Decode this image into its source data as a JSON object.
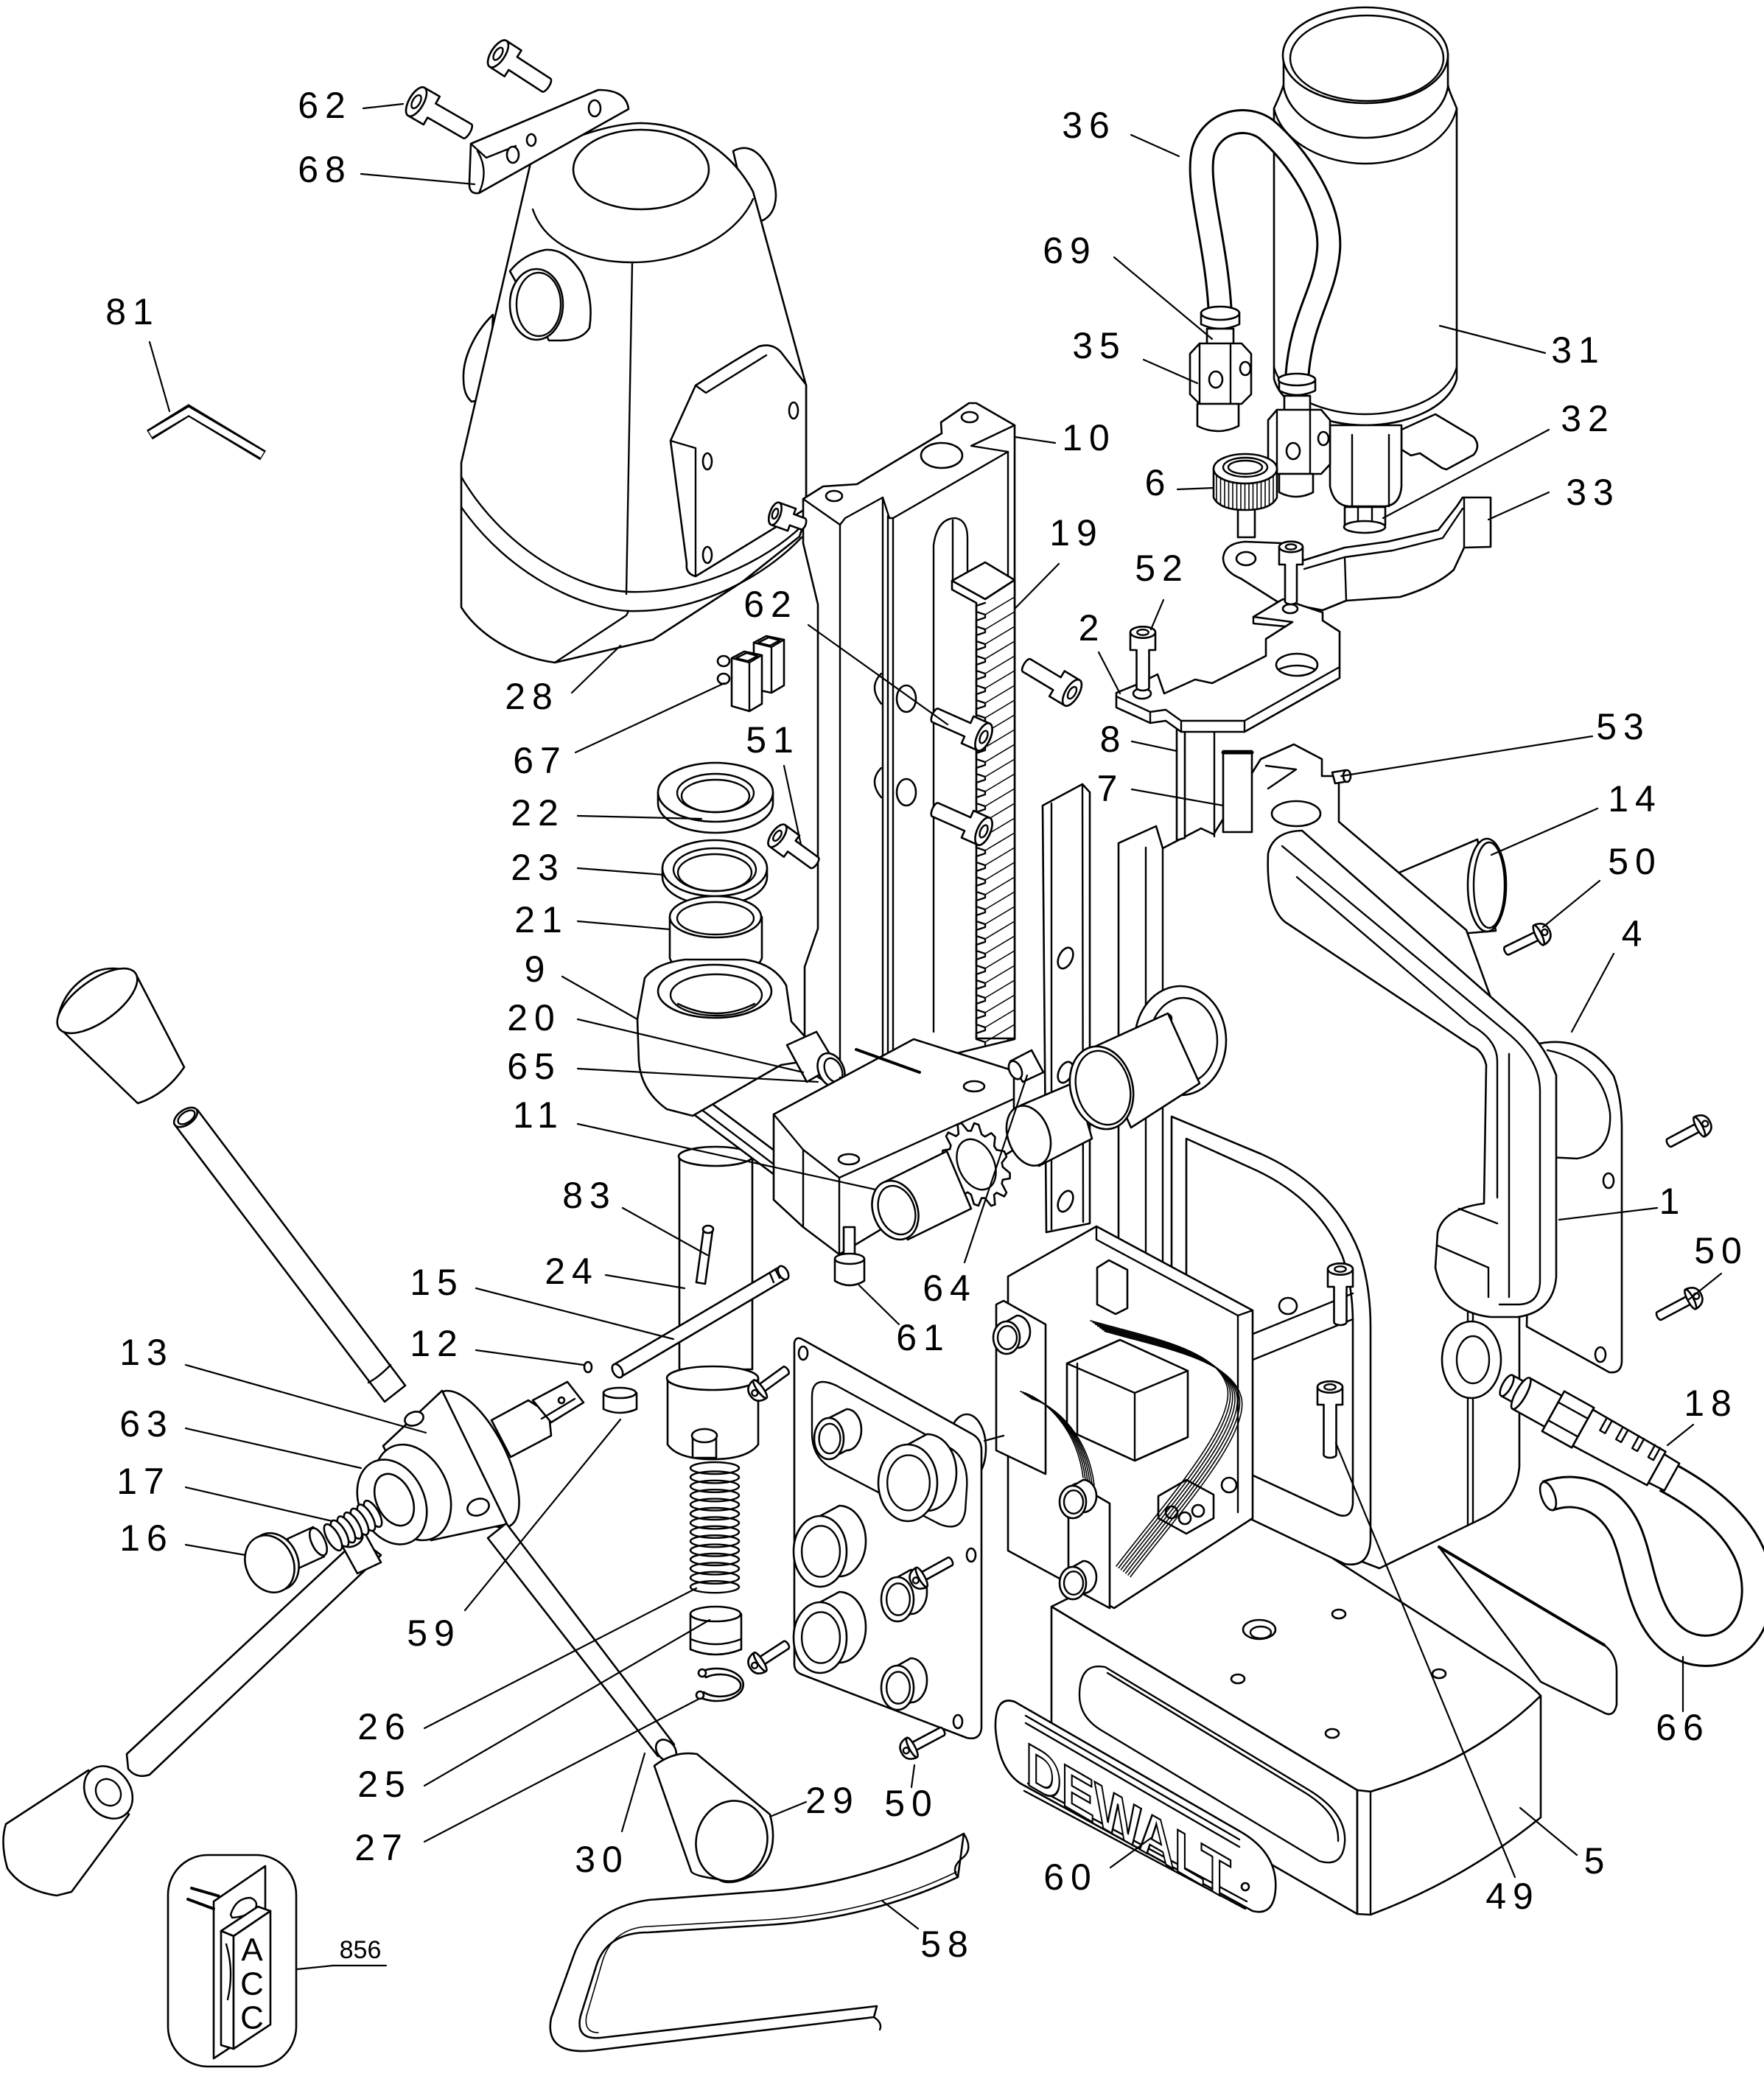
{
  "callouts": [
    {
      "number": "62"
    },
    {
      "number": "68"
    },
    {
      "number": "81"
    },
    {
      "number": "36"
    },
    {
      "number": "69"
    },
    {
      "number": "35"
    },
    {
      "number": "31"
    },
    {
      "number": "32"
    },
    {
      "number": "33"
    },
    {
      "number": "6"
    },
    {
      "number": "10"
    },
    {
      "number": "19"
    },
    {
      "number": "52"
    },
    {
      "number": "2"
    },
    {
      "number": "28"
    },
    {
      "number": "62"
    },
    {
      "number": "67"
    },
    {
      "number": "8"
    },
    {
      "number": "53"
    },
    {
      "number": "51"
    },
    {
      "number": "22"
    },
    {
      "number": "7"
    },
    {
      "number": "14"
    },
    {
      "number": "23"
    },
    {
      "number": "50"
    },
    {
      "number": "21"
    },
    {
      "number": "4"
    },
    {
      "number": "9"
    },
    {
      "number": "20"
    },
    {
      "number": "65"
    },
    {
      "number": "11"
    },
    {
      "number": "1"
    },
    {
      "number": "83"
    },
    {
      "number": "24"
    },
    {
      "number": "64"
    },
    {
      "number": "50"
    },
    {
      "number": "15"
    },
    {
      "number": "61"
    },
    {
      "number": "12"
    },
    {
      "number": "13"
    },
    {
      "number": "18"
    },
    {
      "number": "63"
    },
    {
      "number": "17"
    },
    {
      "number": "16"
    },
    {
      "number": "59"
    },
    {
      "number": "49"
    },
    {
      "number": "26"
    },
    {
      "number": "25"
    },
    {
      "number": "66"
    },
    {
      "number": "27"
    },
    {
      "number": "50"
    },
    {
      "number": "30"
    },
    {
      "number": "29"
    },
    {
      "number": "60"
    },
    {
      "number": "5"
    },
    {
      "number": "58"
    }
  ],
  "nameplate": {
    "brand": "DEWALT"
  },
  "accessory_kit": {
    "number": "856",
    "card_letters": [
      "A",
      "C",
      "C"
    ]
  },
  "colors": {
    "line": "#000000",
    "background": "#ffffff"
  }
}
